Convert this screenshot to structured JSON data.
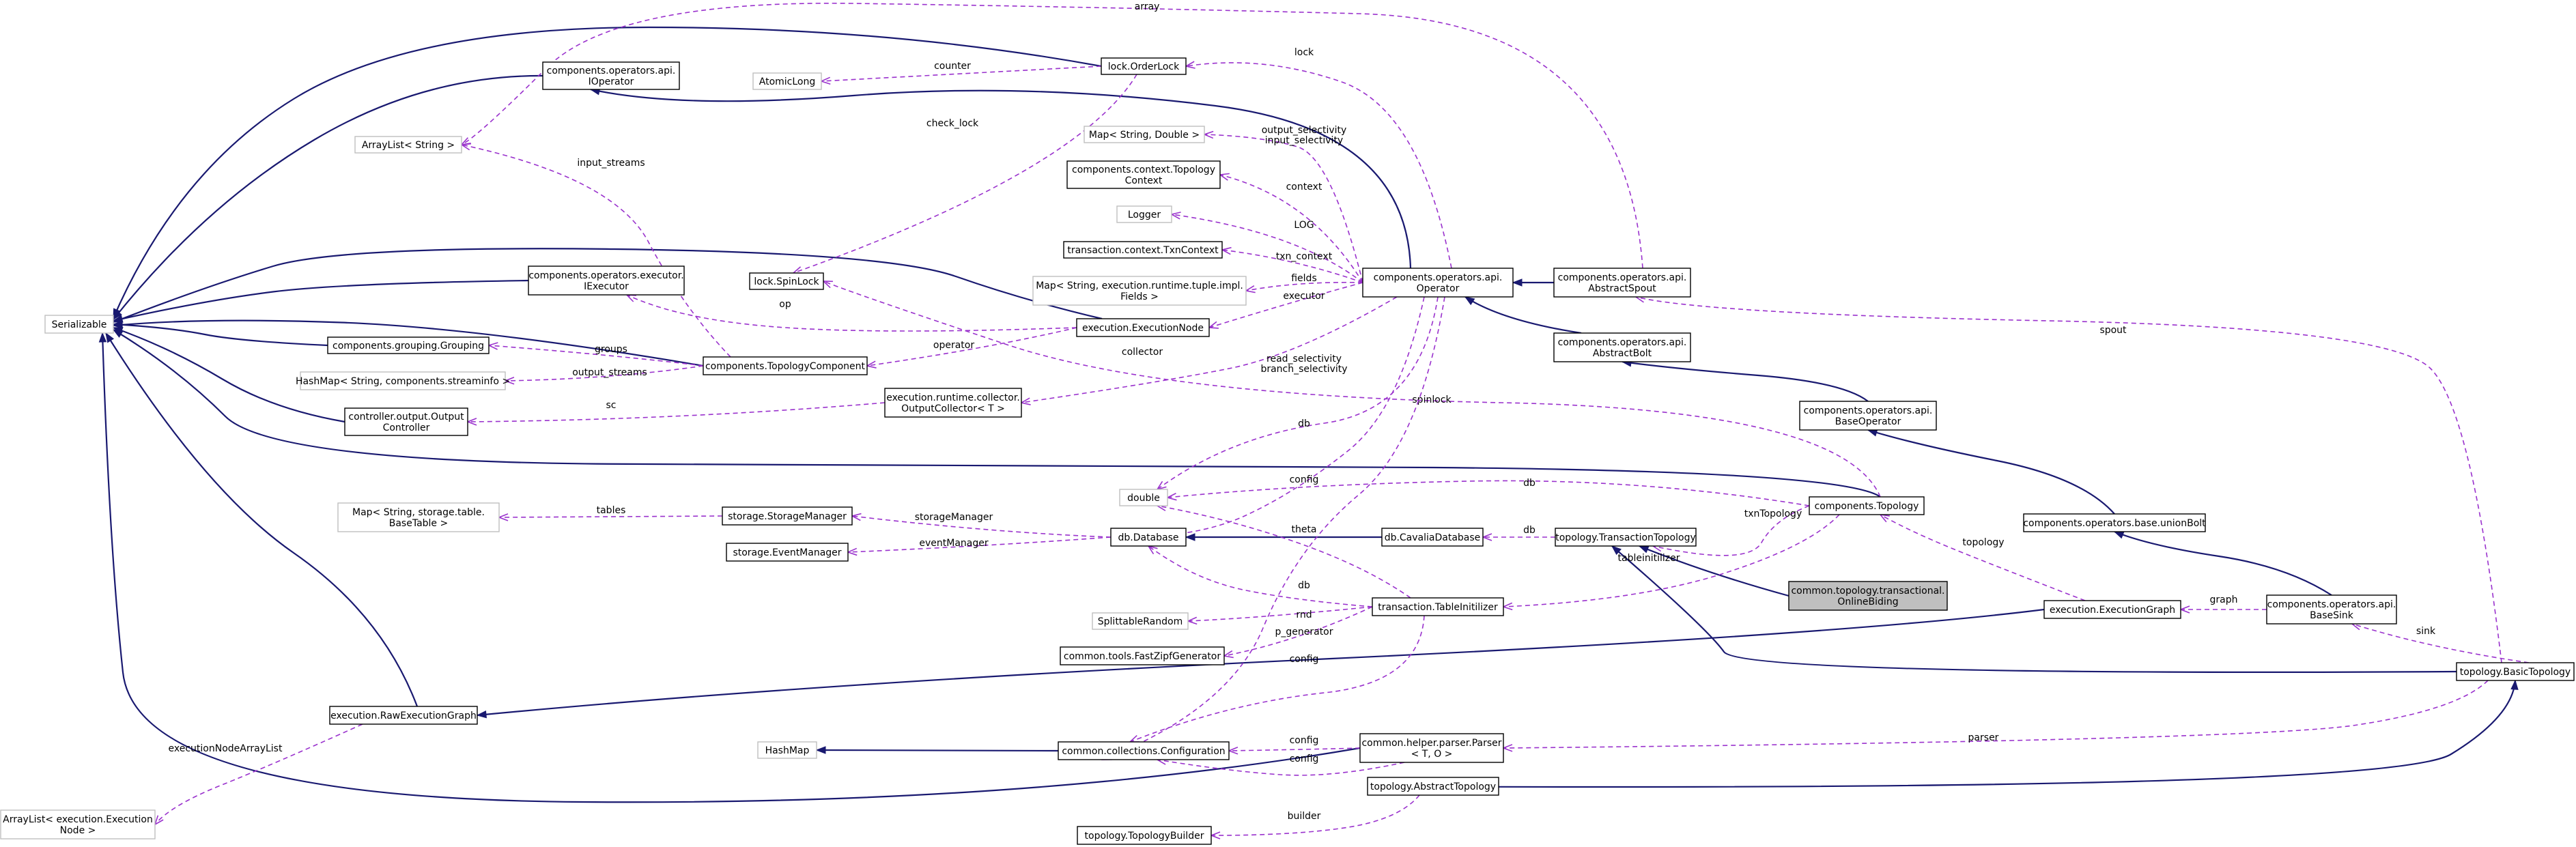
{
  "nodes": {
    "serializable": [
      "Serializable"
    ],
    "ioperator": [
      "components.operators.api.",
      "IOperator"
    ],
    "atomiclong": [
      "AtomicLong"
    ],
    "orderlock": [
      "lock.OrderLock"
    ],
    "arraylist_string": [
      "ArrayList< String >"
    ],
    "map_string_double": [
      "Map< String, Double >"
    ],
    "topology_context": [
      "components.context.Topology",
      "Context"
    ],
    "logger": [
      "Logger"
    ],
    "txncontext": [
      "transaction.context.TxnContext"
    ],
    "spinlock": [
      "lock.SpinLock"
    ],
    "iexecutor": [
      "components.operators.executor.",
      "IExecutor"
    ],
    "map_fields": [
      "Map< String, execution.runtime.tuple.impl.",
      "Fields >"
    ],
    "operator": [
      "components.operators.api.",
      "Operator"
    ],
    "abstractspout": [
      "components.operators.api.",
      "AbstractSpout"
    ],
    "executionnode": [
      "execution.ExecutionNode"
    ],
    "grouping": [
      "components.grouping.Grouping"
    ],
    "topologycomponent": [
      "components.TopologyComponent"
    ],
    "hashmap_streaminfo": [
      "HashMap< String, components.streaminfo >"
    ],
    "abstractbolt": [
      "components.operators.api.",
      "AbstractBolt"
    ],
    "outputcontroller": [
      "controller.output.Output",
      "Controller"
    ],
    "outputcollector": [
      "execution.runtime.collector.",
      "OutputCollector< T >"
    ],
    "baseoperator": [
      "components.operators.api.",
      "BaseOperator"
    ],
    "double": [
      "double"
    ],
    "topology": [
      "components.Topology"
    ],
    "map_basetable": [
      "Map< String, storage.table.",
      "BaseTable >"
    ],
    "storagemanager": [
      "storage.StorageManager"
    ],
    "database": [
      "db.Database"
    ],
    "cavaliadatabase": [
      "db.CavaliaDatabase"
    ],
    "transactiontopology": [
      "topology.TransactionTopology"
    ],
    "unionbolt": [
      "components.operators.base.unionBolt"
    ],
    "eventmanager": [
      "storage.EventManager"
    ],
    "onlinebiding": [
      "common.topology.transactional.",
      "OnlineBiding"
    ],
    "splittablerandom": [
      "SplittableRandom"
    ],
    "tableinitilizer": [
      "transaction.TableInitilizer"
    ],
    "executiongraph": [
      "execution.ExecutionGraph"
    ],
    "basesink": [
      "components.operators.api.",
      "BaseSink"
    ],
    "fastzipf": [
      "common.tools.FastZipfGenerator"
    ],
    "basictopology": [
      "topology.BasicTopology"
    ],
    "rawexecutiongraph": [
      "execution.RawExecutionGraph"
    ],
    "hashmap": [
      "HashMap"
    ],
    "configuration": [
      "common.collections.Configuration"
    ],
    "parser": [
      "common.helper.parser.Parser",
      "< T, O >"
    ],
    "arraylist_execnode": [
      "ArrayList< execution.Execution",
      "Node >"
    ],
    "abstracttopology": [
      "topology.AbstractTopology"
    ],
    "topologybuilder": [
      "topology.TopologyBuilder"
    ]
  },
  "edge_labels": {
    "array": "array",
    "counter": "counter",
    "lock": "lock",
    "check_lock": "check_lock",
    "input_streams": "input_streams",
    "output_input_selectivity": [
      "output_selectivity",
      "input_selectivity"
    ],
    "context": "context",
    "log": "LOG",
    "txn_context": "txn_context",
    "fields": "fields",
    "executor": "executor",
    "op": "op",
    "groups": "groups",
    "operator": "operator",
    "collector": "collector",
    "output_streams": "output_streams",
    "sc": "sc",
    "read_branch_selectivity": [
      "read_selectivity",
      "branch_selectivity"
    ],
    "spout": "spout",
    "spinlock": "spinlock",
    "db_operator": "db",
    "config_operator": "config",
    "db_topology": "db",
    "tables": "tables",
    "storagemanager": "storageManager",
    "eventmanager": "eventManager",
    "theta": "theta",
    "db_cavalia": "db",
    "txntopology": "txnTopology",
    "tableinitilizer": "tableinitilizer",
    "topology": "topology",
    "db_tableinit": "db",
    "rnd": "rnd",
    "graph": "graph",
    "p_generator": "p_generator",
    "sink": "sink",
    "config_tableinit": "config",
    "execution_node_array_list": "executionNodeArrayList",
    "parser": "parser",
    "config_parser": "config",
    "config_parser2": "config",
    "builder": "builder"
  }
}
